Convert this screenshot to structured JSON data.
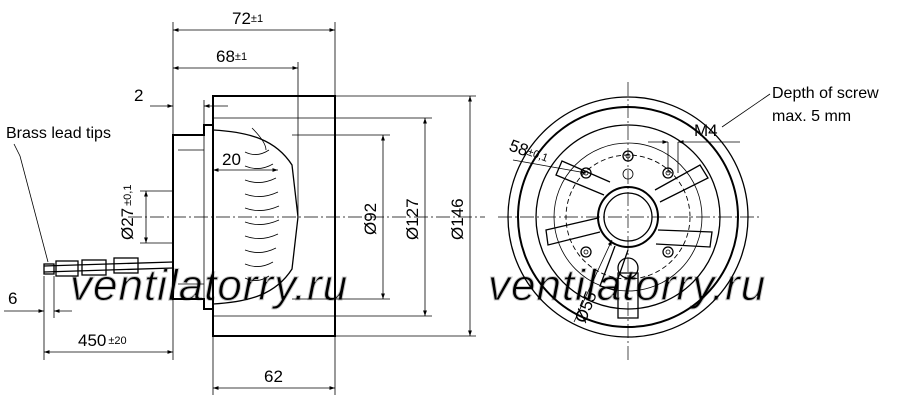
{
  "dimensions": {
    "overall_length": {
      "value": "72",
      "tol": "±1"
    },
    "body_length": {
      "value": "68",
      "tol": "±1"
    },
    "flange_offset": {
      "value": "2"
    },
    "impeller_depth": {
      "value": "20"
    },
    "hub_diameter": {
      "value": "Ø27",
      "tol": "±0,1"
    },
    "inner_diameter": {
      "value": "Ø92"
    },
    "housing_diameter": {
      "value": "Ø127"
    },
    "outer_diameter": {
      "value": "Ø146"
    },
    "lead_strip": {
      "value": "6"
    },
    "lead_length": {
      "value": "450",
      "tol": "±20"
    },
    "ring_width": {
      "value": "62"
    },
    "bolt_circle": {
      "value": "58",
      "tol": "±0,1"
    },
    "shaft_circle": {
      "value": "Ø55"
    },
    "thread": {
      "value": "M4"
    }
  },
  "notes": {
    "lead_tips": "Brass lead tips",
    "screw_depth_line1": "Depth of screw",
    "screw_depth_line2": "max. 5 mm"
  },
  "watermarks": [
    "ventilatorry.ru",
    "ventilatorry.ru"
  ]
}
